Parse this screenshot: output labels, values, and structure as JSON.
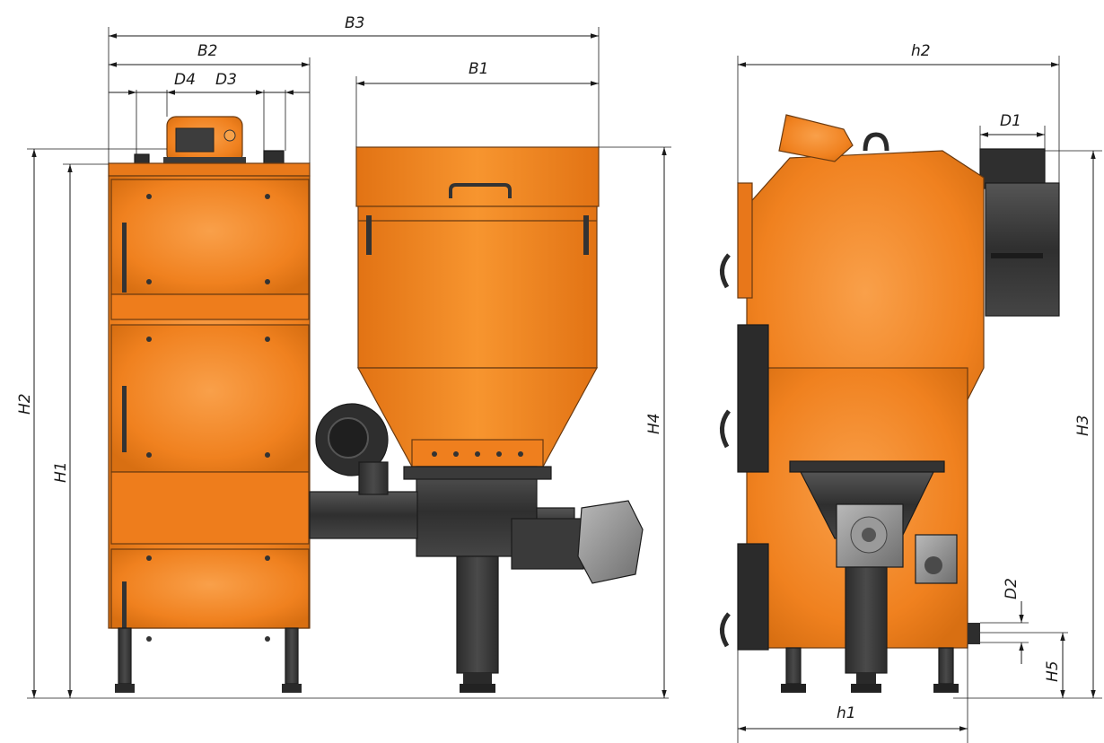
{
  "colors": {
    "body_orange": "#f0811f",
    "body_orange_light": "#f79a3d",
    "body_orange_dark": "#c8650f",
    "metal_dark": "#3a3a3a",
    "metal_mid": "#5a5a5a",
    "gearbox_grey": "#8a8a8a",
    "line": "#1a1a1a"
  },
  "front_view": {
    "labels": {
      "B3": "B3",
      "B2": "B2",
      "D4": "D4",
      "D3": "D3",
      "B1": "B1",
      "H2": "H2",
      "H1": "H1",
      "H4": "H4"
    }
  },
  "side_view": {
    "labels": {
      "h2": "h2",
      "D1": "D1",
      "H3": "H3",
      "D2": "D2",
      "H5": "H5",
      "h1": "h1"
    }
  }
}
